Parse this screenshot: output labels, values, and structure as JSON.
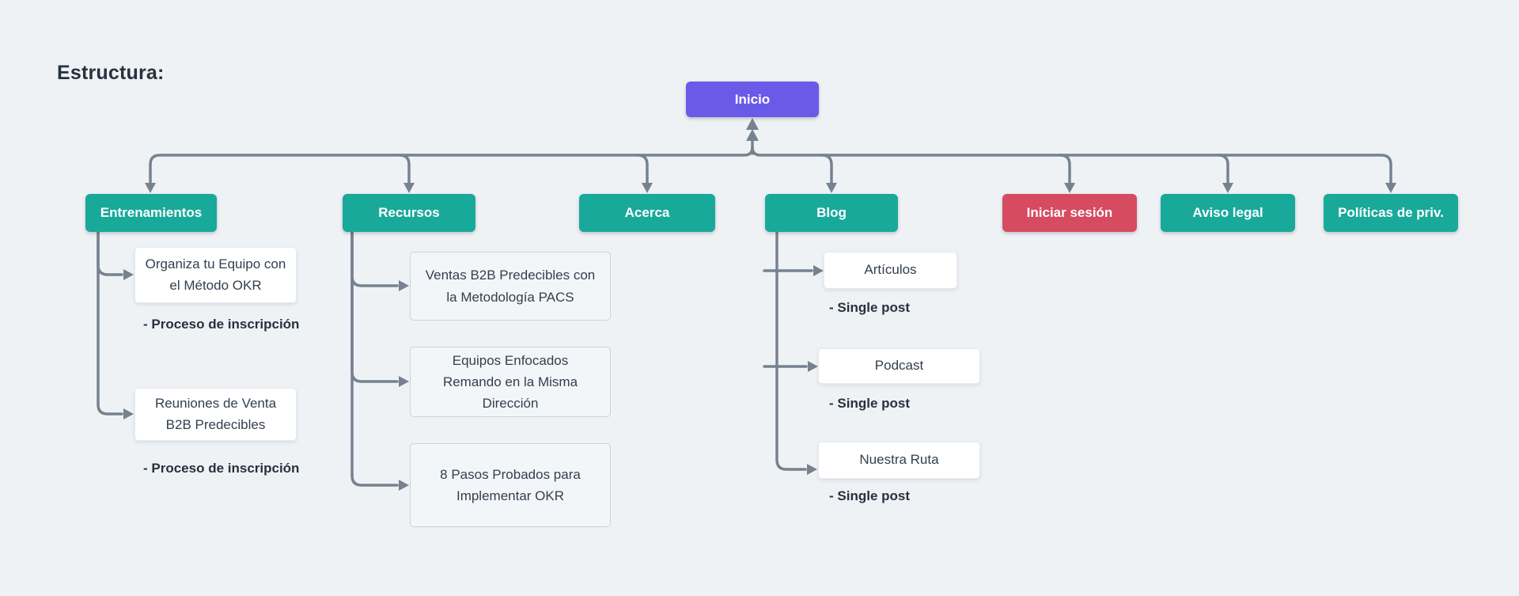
{
  "title": "Estructura:",
  "root": {
    "label": "Inicio"
  },
  "sections": {
    "entrenamientos": {
      "label": "Entrenamientos",
      "children": [
        {
          "label": "Organiza tu Equipo con el Método OKR",
          "note": "- Proceso de inscripción"
        },
        {
          "label": "Reuniones de Venta B2B Predecibles",
          "note": "- Proceso de inscripción"
        }
      ]
    },
    "recursos": {
      "label": "Recursos",
      "children": [
        {
          "label": "Ventas B2B Predecibles con la Metodología PACS"
        },
        {
          "label": "Equipos Enfocados Remando en la Misma Dirección"
        },
        {
          "label": "8 Pasos Probados para Implementar OKR"
        }
      ]
    },
    "acerca": {
      "label": "Acerca"
    },
    "blog": {
      "label": "Blog",
      "children": [
        {
          "label": "Artículos",
          "note": "- Single post"
        },
        {
          "label": "Podcast",
          "note": "- Single post"
        },
        {
          "label": "Nuestra Ruta",
          "note": "- Single post"
        }
      ]
    },
    "iniciar_sesion": {
      "label": "Iniciar sesión"
    },
    "aviso_legal": {
      "label": "Aviso legal"
    },
    "politicas": {
      "label": "Políticas de priv."
    }
  },
  "colors": {
    "background": "#EFF2F5",
    "node_primary": "#6A5AE8",
    "node_teal": "#19A99B",
    "node_red": "#D64B60",
    "node_white": "#FFFFFF",
    "node_gray": "#F3F6F9",
    "connector": "#76828F",
    "text_dark": "#27313E"
  }
}
